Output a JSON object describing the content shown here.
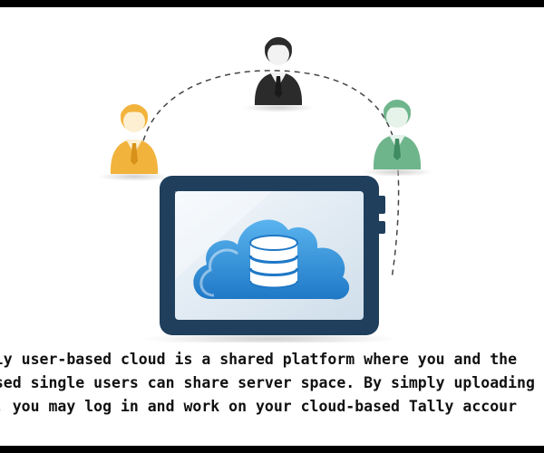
{
  "caption": {
    "line1": "ally user-based cloud is a shared platform where you and the",
    "line2": "based single users can share server space. By simply uploading",
    "line3": "ta, you may log in and work on your cloud-based Tally accour"
  },
  "icons": {
    "top_user": "user-icon",
    "left_user": "user-icon",
    "right_user": "user-icon",
    "device": "tablet-icon",
    "cloud": "cloud-icon",
    "database": "database-icon"
  },
  "colors": {
    "background": "#ffffff",
    "frame_border": "#000000",
    "tablet_body": "#1f3f5c",
    "screen_light": "#e4eef6",
    "cloud_blue": "#2f8fd8",
    "database_white": "#ffffff",
    "user_dark": "#2b2b2b",
    "user_orange": "#f2b33d",
    "user_green": "#6fb58c",
    "caption_text": "#111111"
  }
}
